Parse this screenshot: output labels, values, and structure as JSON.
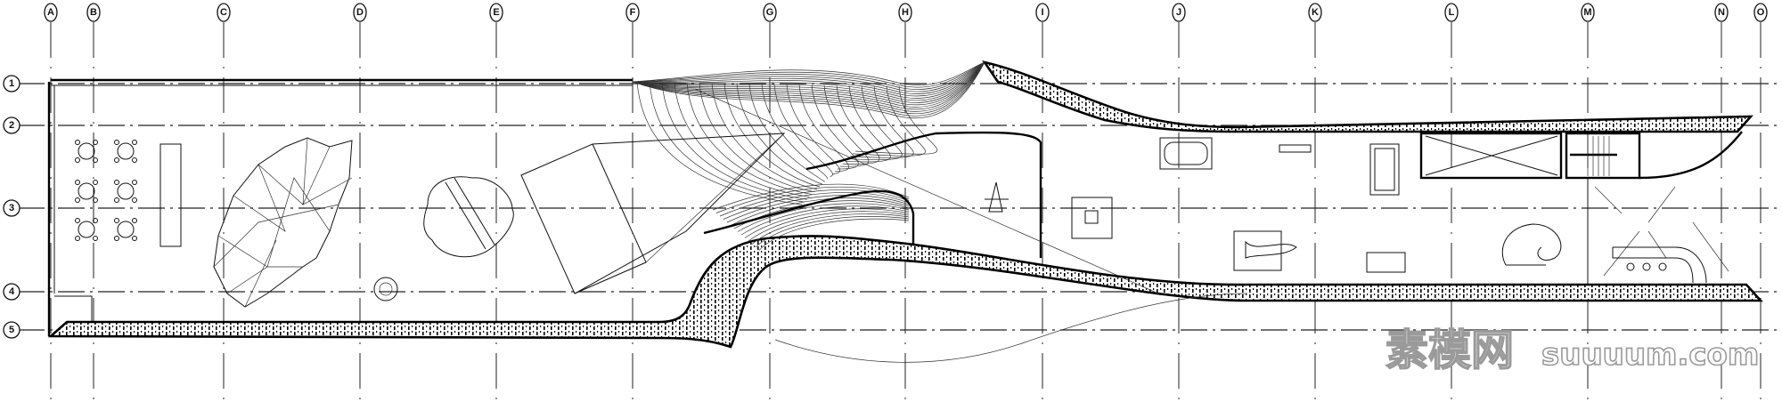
{
  "drawing": {
    "type": "architectural floor plan",
    "grid_columns": [
      "A",
      "B",
      "C",
      "D",
      "E",
      "F",
      "G",
      "H",
      "I",
      "J",
      "K",
      "L",
      "M",
      "N",
      "O"
    ],
    "grid_rows": [
      "1",
      "2",
      "3",
      "4",
      "5"
    ]
  },
  "watermark": {
    "chinese": "素模网",
    "domain": "suuuum.com"
  },
  "colors": {
    "ink": "#000000",
    "watermark": "#9a9a9a",
    "background": "#ffffff"
  }
}
